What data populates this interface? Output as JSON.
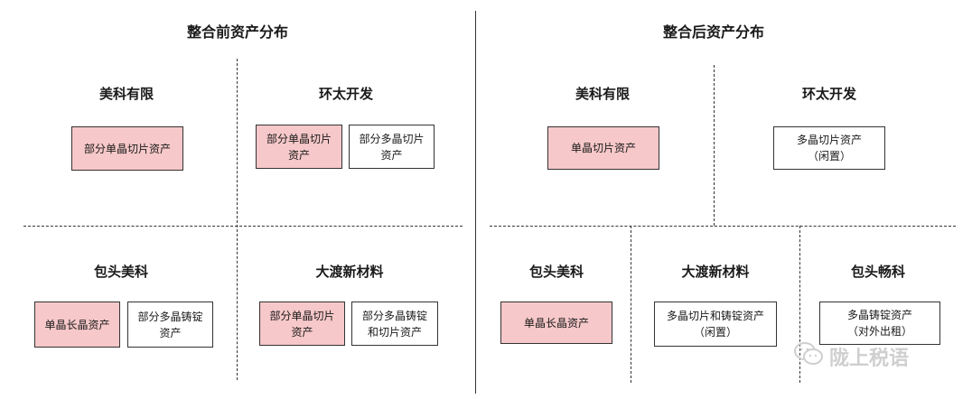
{
  "before": {
    "title": "整合前资产分布",
    "companies": {
      "meike": {
        "name": "美科有限",
        "assets": [
          "部分单晶切片资产"
        ]
      },
      "huantai": {
        "name": "环太开发",
        "assets": [
          "部分单晶切片\n资产",
          "部分多晶切片\n资产"
        ]
      },
      "baotou_meike": {
        "name": "包头美科",
        "assets": [
          "单晶长晶资产",
          "部分多晶铸锭\n资产"
        ]
      },
      "dadu": {
        "name": "大渡新材料",
        "assets": [
          "部分单晶切片\n资产",
          "部分多晶铸锭\n和切片资产"
        ]
      }
    }
  },
  "after": {
    "title": "整合后资产分布",
    "companies": {
      "meike": {
        "name": "美科有限",
        "assets": [
          "单晶切片资产"
        ]
      },
      "huantai": {
        "name": "环太开发",
        "assets": [
          "多晶切片资产\n（闲置）"
        ]
      },
      "baotou_meike": {
        "name": "包头美科",
        "assets": [
          "单晶长晶资产"
        ]
      },
      "dadu": {
        "name": "大渡新材料",
        "assets": [
          "多晶切片和铸锭资产\n（闲置）"
        ]
      },
      "baotou_changke": {
        "name": "包头畅科",
        "assets": [
          "多晶铸锭资产\n（对外出租）"
        ]
      }
    }
  },
  "watermark": {
    "text": "陇上税语",
    "icon": "wechat-icon"
  }
}
